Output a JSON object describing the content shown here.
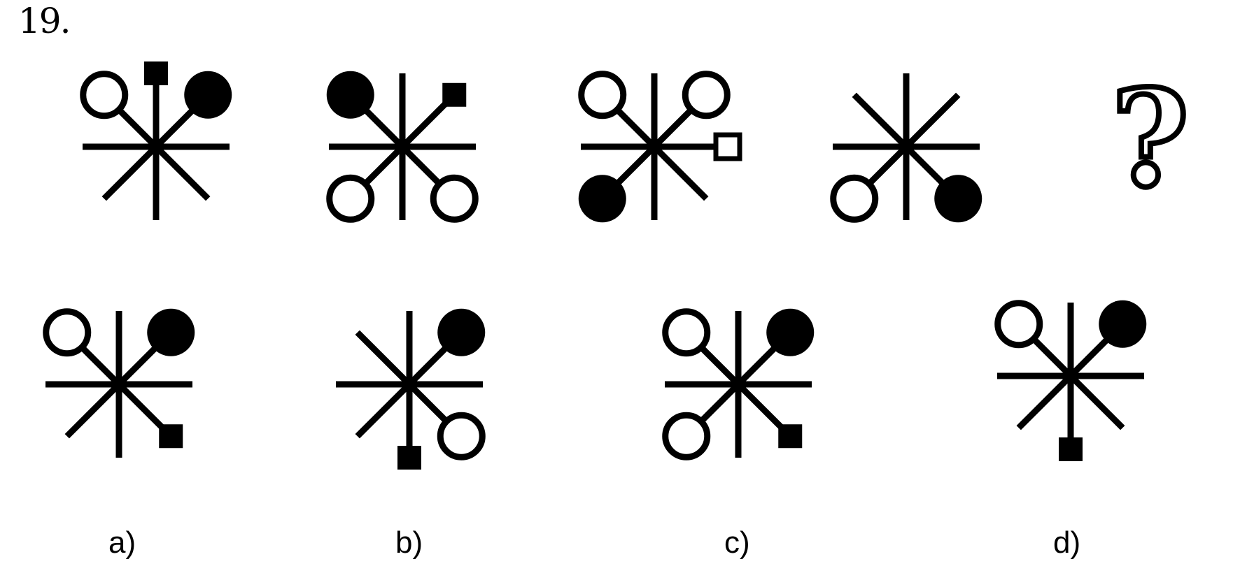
{
  "question_number": "19.",
  "question_mark": "?",
  "sequence_figures": [
    {
      "name": "sequence-figure-1",
      "arms": {
        "nw": "open-circle",
        "n": "filled-square",
        "ne": "filled-circle",
        "e": "none",
        "se": "none",
        "s": "none",
        "sw": "none",
        "w": "none"
      }
    },
    {
      "name": "sequence-figure-2",
      "arms": {
        "nw": "filled-circle",
        "n": "none",
        "ne": "filled-square",
        "e": "none",
        "se": "open-circle",
        "s": "none",
        "sw": "open-circle",
        "w": "none"
      }
    },
    {
      "name": "sequence-figure-3",
      "arms": {
        "nw": "open-circle",
        "n": "none",
        "ne": "open-circle",
        "e": "open-square",
        "se": "none",
        "s": "none",
        "sw": "filled-circle",
        "w": "none"
      }
    },
    {
      "name": "sequence-figure-4",
      "arms": {
        "nw": "none",
        "n": "none",
        "ne": "none",
        "e": "none",
        "se": "filled-circle",
        "s": "none",
        "sw": "open-circle",
        "w": "none"
      }
    }
  ],
  "options": [
    {
      "label": "a)",
      "arms": {
        "nw": "open-circle",
        "n": "none",
        "ne": "filled-circle",
        "e": "none",
        "se": "filled-square",
        "s": "none",
        "sw": "none",
        "w": "none"
      }
    },
    {
      "label": "b)",
      "arms": {
        "nw": "none",
        "n": "none",
        "ne": "filled-circle",
        "e": "none",
        "se": "open-circle",
        "s": "filled-square",
        "sw": "none",
        "w": "none"
      }
    },
    {
      "label": "c)",
      "arms": {
        "nw": "open-circle",
        "n": "none",
        "ne": "filled-circle",
        "e": "none",
        "se": "filled-square",
        "s": "none",
        "sw": "open-circle",
        "w": "none"
      }
    },
    {
      "label": "d)",
      "arms": {
        "nw": "open-circle",
        "n": "none",
        "ne": "filled-circle",
        "e": "none",
        "se": "none",
        "s": "filled-square",
        "sw": "none",
        "w": "none"
      }
    }
  ]
}
